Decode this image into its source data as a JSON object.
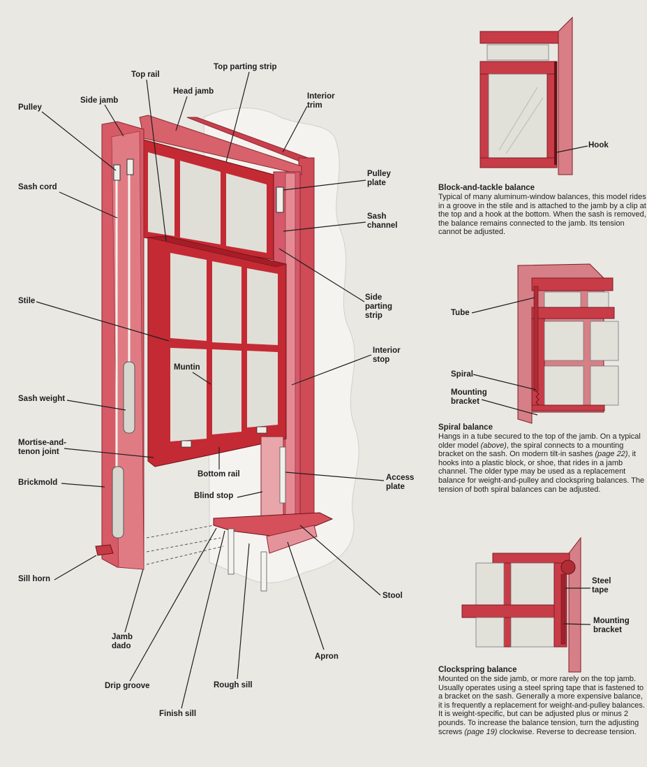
{
  "colors": {
    "frame": "#d0545f",
    "frame_dark": "#a8313d",
    "sash": "#c42a33",
    "sash_dark": "#8e1820",
    "pink": "#e8a3a6",
    "glass": "#dfdfd8",
    "background": "#e9e8e3",
    "trim_bg": "#f4f3ef",
    "line": "#1e1e1e"
  },
  "labels": {
    "pulley": "Pulley",
    "side_jamb": "Side jamb",
    "top_rail": "Top rail",
    "top_parting_strip": "Top parting strip",
    "head_jamb": "Head jamb",
    "interior_trim": "Interior\ntrim",
    "sash_cord": "Sash cord",
    "pulley_plate": "Pulley\nplate",
    "sash_channel": "Sash\nchannel",
    "stile": "Stile",
    "side_parting_strip": "Side\nparting\nstrip",
    "interior_stop": "Interior\nstop",
    "muntin": "Muntin",
    "sash_weight": "Sash weight",
    "mortise_tenon": "Mortise-and-\ntenon joint",
    "brickmold": "Brickmold",
    "bottom_rail": "Bottom rail",
    "access_plate": "Access\nplate",
    "blind_stop": "Blind stop",
    "sill_horn": "Sill horn",
    "stool": "Stool",
    "jamb_dado": "Jamb\ndado",
    "apron": "Apron",
    "drip_groove": "Drip groove",
    "rough_sill": "Rough sill",
    "finish_sill": "Finish sill",
    "hook": "Hook",
    "tube": "Tube",
    "spiral": "Spiral",
    "mounting_bracket_1": "Mounting\nbracket",
    "steel_tape": "Steel\ntape",
    "mounting_bracket_2": "Mounting\nbracket"
  },
  "captions": {
    "block": {
      "title": "Block-and-tackle balance",
      "body": "Typical of many aluminum-window balances, this model rides in a groove in the stile and is attached to the jamb by a clip at the top and a hook at the bottom. When the sash is removed, the balance remains connected to the jamb. Its tension cannot be adjusted."
    },
    "spiral": {
      "title": "Spiral balance",
      "body_1": "Hangs in a tube secured to the top of the jamb. On a typical older model ",
      "ref_1": "(above)",
      "body_2": ", the spiral connects to a mounting bracket on the sash. On modern tilt-in sashes ",
      "ref_2": "(page 22)",
      "body_3": ", it hooks into a plastic block, or shoe, that rides in a jamb channel. The older type may be used as a replacement balance for weight-and-pulley and clockspring balances. The tension of both spiral balances can be adjusted."
    },
    "clock": {
      "title": "Clockspring balance",
      "body_1": "Mounted on the side jamb, or more rarely on the top jamb. Usually operates using a steel spring tape that is fastened to a bracket on the sash. Generally a more expensive balance, it is frequently a replacement for weight-and-pulley balances. It is weight-specific, but can be adjusted plus or minus 2 pounds. To increase the balance tension, turn the adjusting screws ",
      "ref": "(page 19)",
      "body_2": " clockwise. Reverse to decrease tension."
    }
  }
}
